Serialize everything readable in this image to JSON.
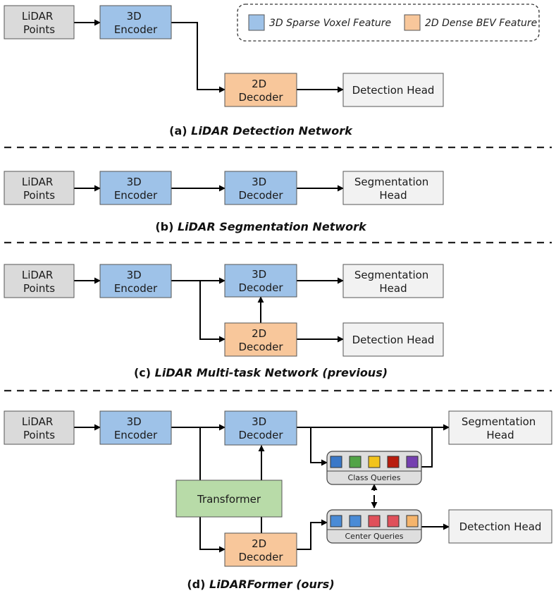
{
  "legend": {
    "sparse": {
      "label": "3D Sparse Voxel Feature",
      "color": "#9ec2e8"
    },
    "dense": {
      "label": "2D Dense BEV Feature",
      "color": "#f8c79b"
    }
  },
  "colors": {
    "input": "#dadada",
    "sparse": "#9ec2e8",
    "dense": "#f8c79b",
    "head": "#f2f2f2",
    "transformer": "#b8dba8",
    "query_group": "#dedede"
  },
  "sections": {
    "a": {
      "caption_prefix": "(a) ",
      "caption_title": "LiDAR Detection Network",
      "input": [
        "LiDAR",
        "Points"
      ],
      "encoder": [
        "3D",
        "Encoder"
      ],
      "decoder": [
        "2D",
        "Decoder"
      ],
      "head": [
        "Detection Head"
      ]
    },
    "b": {
      "caption_prefix": "(b) ",
      "caption_title": "LiDAR Segmentation Network",
      "input": [
        "LiDAR",
        "Points"
      ],
      "encoder": [
        "3D",
        "Encoder"
      ],
      "decoder": [
        "3D",
        "Decoder"
      ],
      "head": [
        "Segmentation",
        "Head"
      ]
    },
    "c": {
      "caption_prefix": "(c) ",
      "caption_title": "LiDAR Multi-task Network (previous)",
      "input": [
        "LiDAR",
        "Points"
      ],
      "encoder": [
        "3D",
        "Encoder"
      ],
      "decoder3d": [
        "3D",
        "Decoder"
      ],
      "decoder2d": [
        "2D",
        "Decoder"
      ],
      "seg_head": [
        "Segmentation",
        "Head"
      ],
      "det_head": [
        "Detection Head"
      ]
    },
    "d": {
      "caption_prefix": "(d) ",
      "caption_title": "LiDARFormer (ours)",
      "input": [
        "LiDAR",
        "Points"
      ],
      "encoder": [
        "3D",
        "Encoder"
      ],
      "decoder3d": [
        "3D",
        "Decoder"
      ],
      "decoder2d": [
        "2D",
        "Decoder"
      ],
      "transformer": [
        "Transformer"
      ],
      "seg_head": [
        "Segmentation",
        "Head"
      ],
      "det_head": [
        "Detection Head"
      ],
      "class_queries": {
        "label": "Class Queries",
        "colors": [
          "#3a78c8",
          "#52a447",
          "#f2c31b",
          "#b81c0e",
          "#7540b0"
        ]
      },
      "center_queries": {
        "label": "Center Queries",
        "colors": [
          "#4a8bd6",
          "#4a8bd6",
          "#e0505a",
          "#e0505a",
          "#f5b46b"
        ]
      }
    }
  }
}
